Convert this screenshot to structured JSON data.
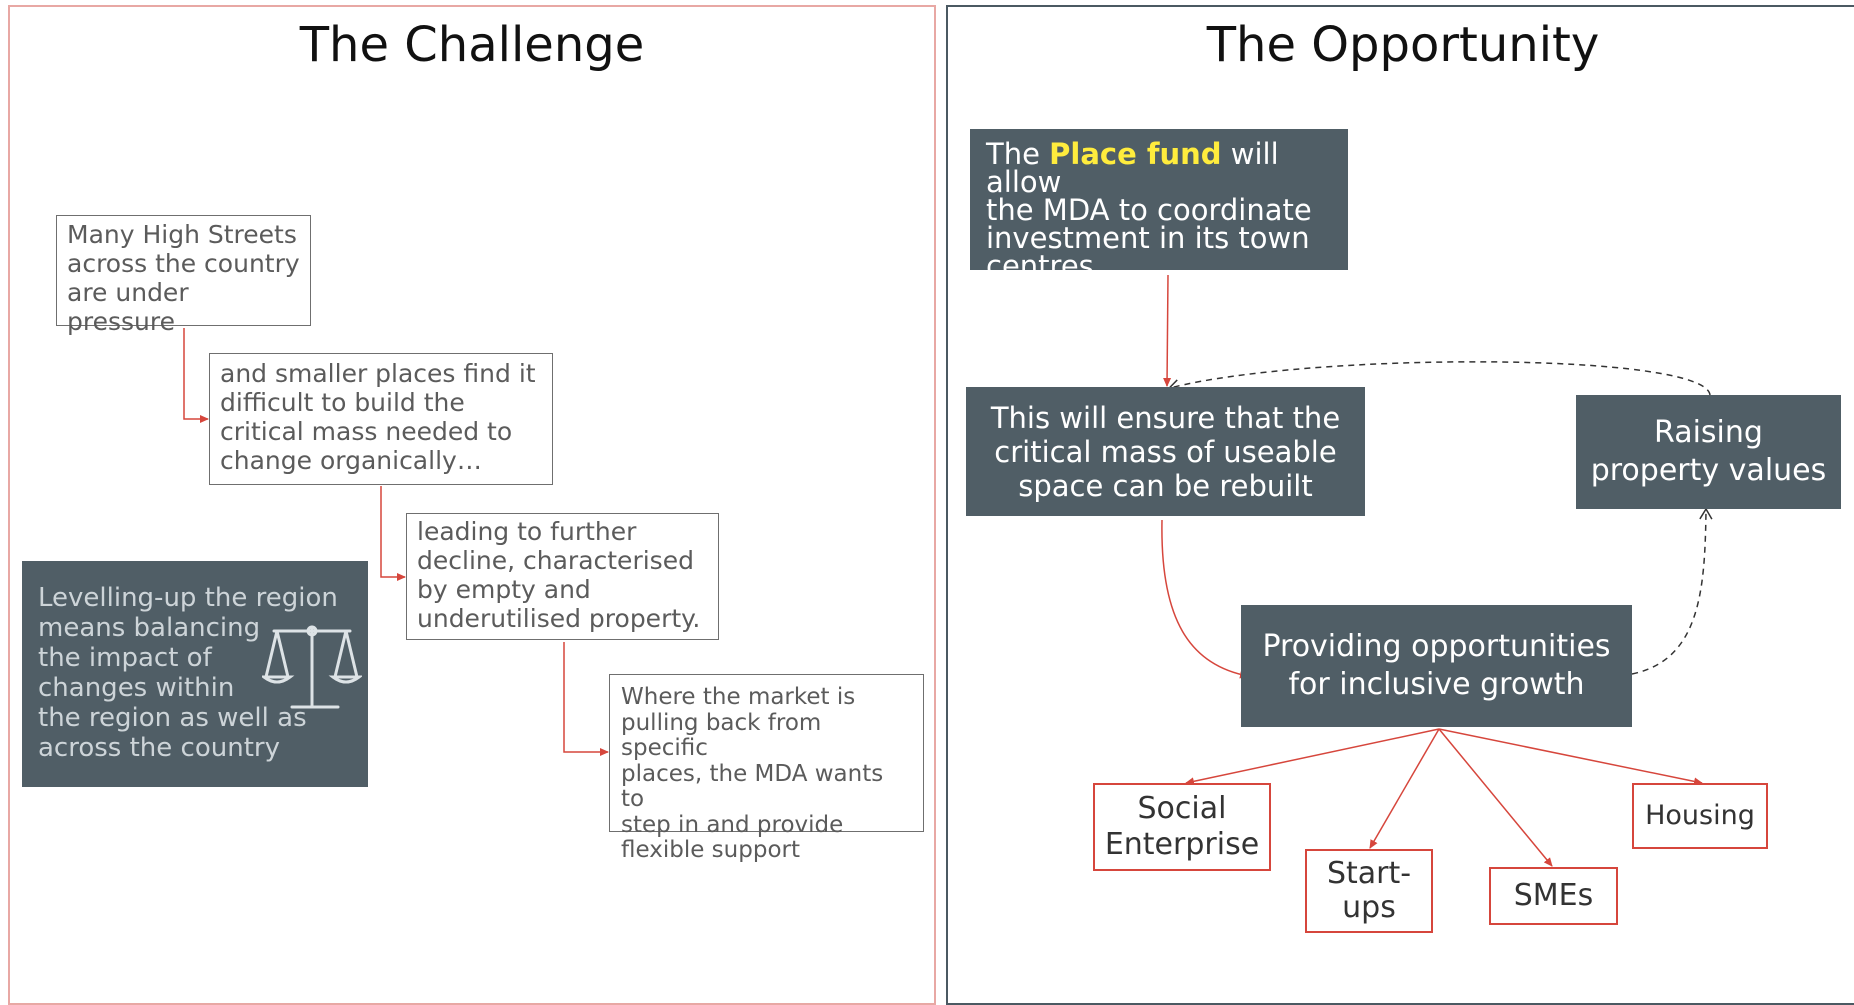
{
  "left_panel": {
    "title": "The Challenge",
    "boxes": [
      "Many High Streets\nacross the country\nare under pressure",
      "and smaller places find it\ndifficult to build the\ncritical mass needed to\nchange organically…",
      "leading to further\ndecline, characterised\nby empty and\nunderutilised property.",
      "Where the market is\npulling back from specific\nplaces, the MDA wants to\nstep in and provide\nflexible support"
    ],
    "levelling_text": "Levelling-up the region\nmeans balancing\nthe impact of\nchanges within\nthe region as well as\nacross the country",
    "levelling_icon": "balance-scale-icon"
  },
  "right_panel": {
    "title": "The Opportunity",
    "place_fund": {
      "prefix": "The ",
      "highlight": "Place fund",
      "suffix": " will allow\nthe MDA to coordinate\ninvestment in its town\ncentres."
    },
    "critical_mass": "This will ensure that the\ncritical mass of useable\nspace can be rebuilt",
    "property_values": "Raising\nproperty values",
    "inclusive_growth": "Providing opportunities\nfor inclusive growth",
    "outcomes": [
      "Social\nEnterprise",
      "Start-\nups",
      "SMEs",
      "Housing"
    ]
  },
  "colors": {
    "dark_box": "#505e66",
    "accent_red": "#d6463c",
    "highlight_yellow": "#ffec3d",
    "left_border": "#e8a8a4",
    "right_border": "#4b5962"
  }
}
